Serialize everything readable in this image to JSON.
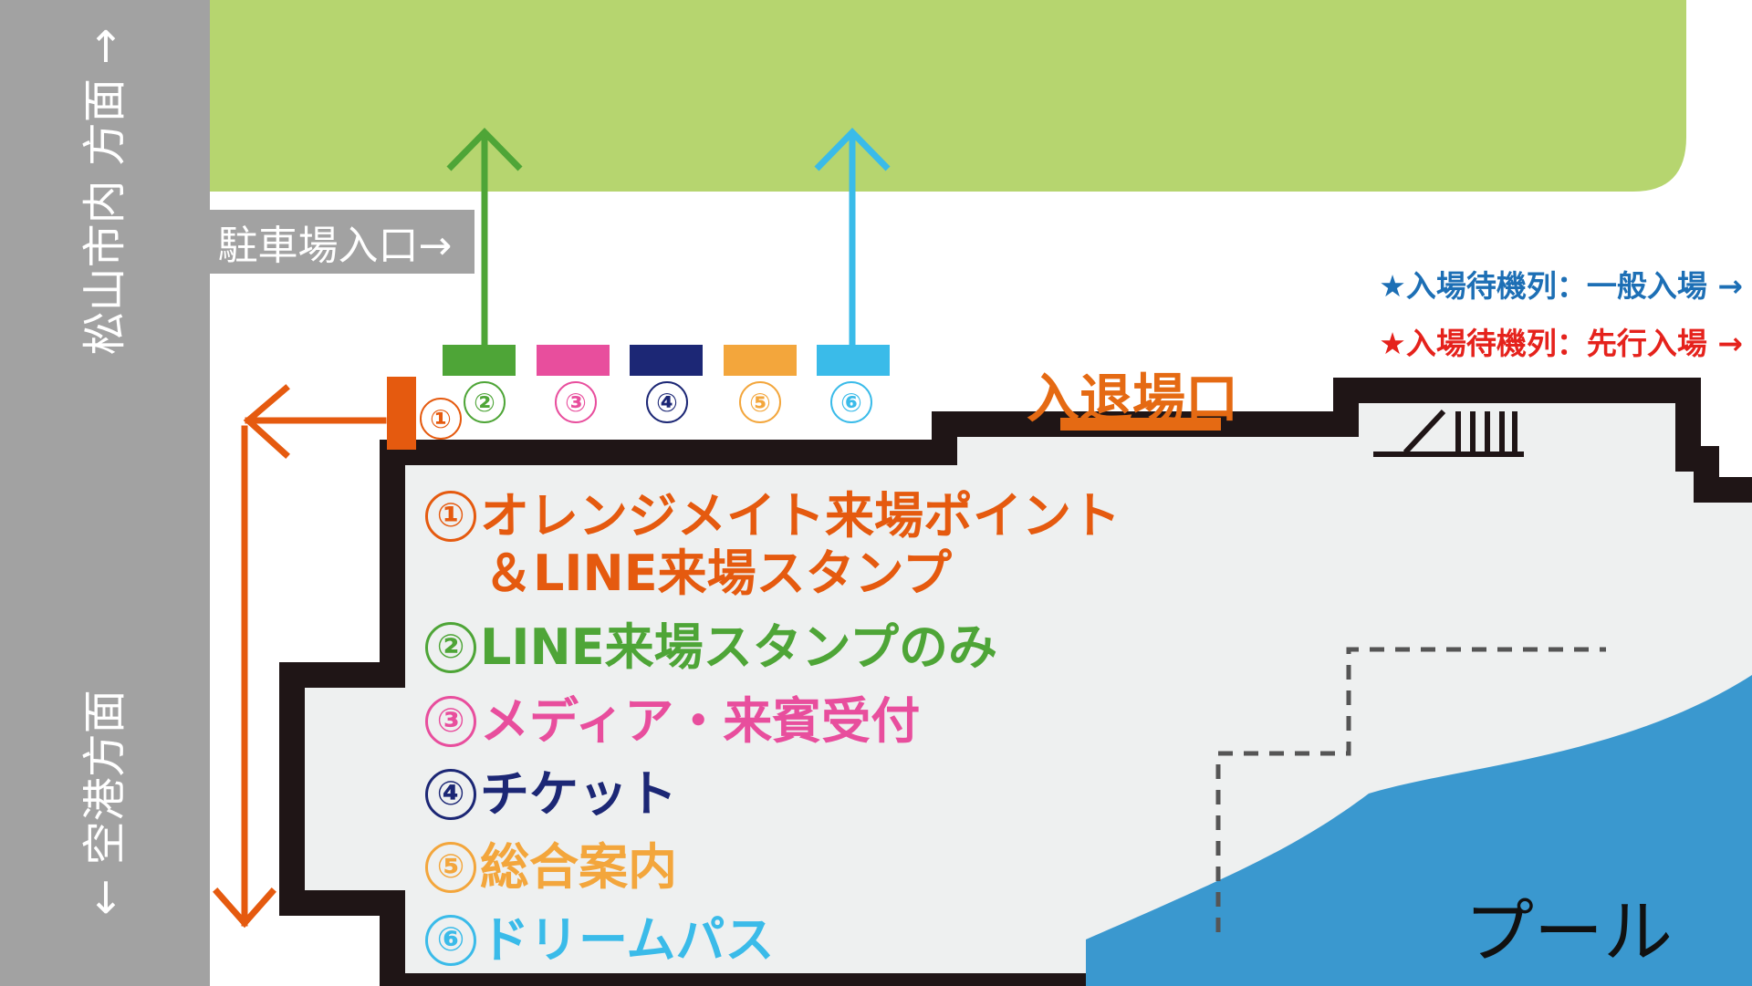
{
  "colors": {
    "road": "#a2a2a2",
    "parking": "#b6d56f",
    "venue_floor": "#eef0f0",
    "venue_wall": "#1f1516",
    "pool": "#3a98cf",
    "orange": "#e55a0f",
    "green": "#4ea537",
    "pink": "#e84e9d",
    "navy": "#1c2775",
    "amber": "#f3a63c",
    "sky": "#3abbe9",
    "queue_general": "#1d6fb5",
    "queue_priority": "#e5221c"
  },
  "labels": {
    "road_to_city": "松山市内 方面 →",
    "road_to_airport": "← 空港方面",
    "parking_entrance": "駐車場入口→",
    "queue_general": "★入場待機列：一般入場 →",
    "queue_priority": "★入場待機列：先行入場 →",
    "entrance_exit": "入退場口",
    "pool": "プール"
  },
  "booths": [
    {
      "number": "①",
      "color": "#e55a0f"
    },
    {
      "number": "②",
      "color": "#4ea537"
    },
    {
      "number": "③",
      "color": "#e84e9d"
    },
    {
      "number": "④",
      "color": "#1c2775"
    },
    {
      "number": "⑤",
      "color": "#f3a63c"
    },
    {
      "number": "⑥",
      "color": "#3abbe9"
    }
  ],
  "legend": [
    {
      "number": "①",
      "text": "オレンジメイト来場ポイント",
      "color": "#e55a0f"
    },
    {
      "number": "",
      "text": "＆LINE来場スタンプ",
      "color": "#e55a0f"
    },
    {
      "number": "②",
      "text": "LINE来場スタンプのみ",
      "color": "#4ea537"
    },
    {
      "number": "③",
      "text": "メディア・来賓受付",
      "color": "#e84e9d"
    },
    {
      "number": "④",
      "text": "チケット",
      "color": "#1c2775"
    },
    {
      "number": "⑤",
      "text": "総合案内",
      "color": "#f3a63c"
    },
    {
      "number": "⑥",
      "text": "ドリームパス",
      "color": "#3abbe9"
    }
  ]
}
